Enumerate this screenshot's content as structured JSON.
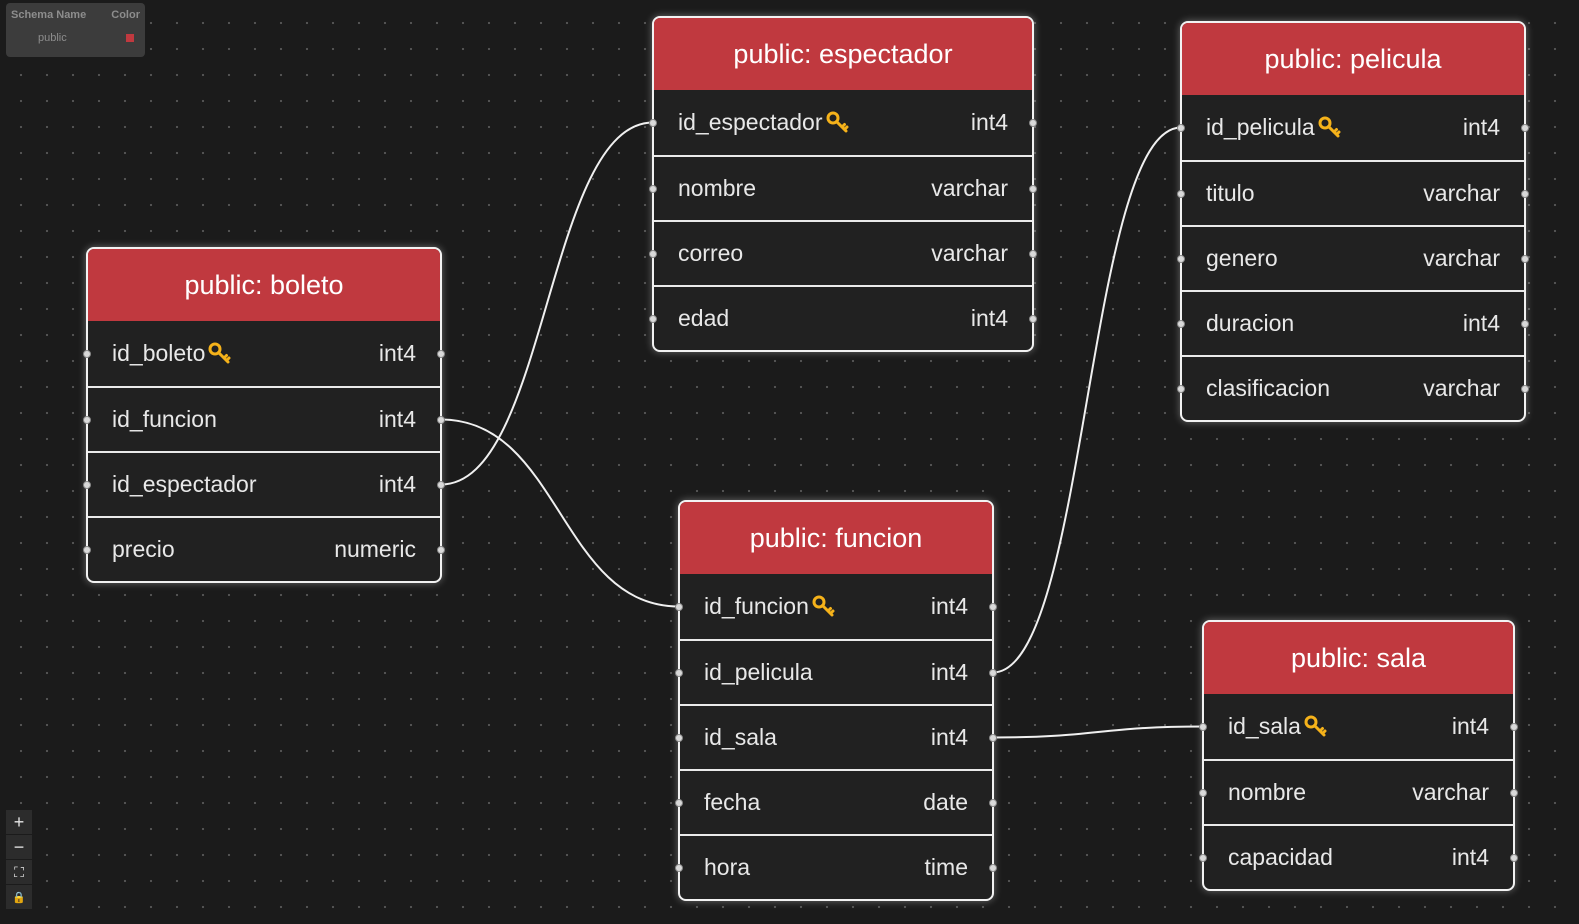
{
  "legend": {
    "header_schema": "Schema Name",
    "header_color": "Color",
    "rows": [
      {
        "schema": "public",
        "color": "#c0393f"
      }
    ]
  },
  "colors": {
    "header": "#c0393f",
    "background": "#1b1b1b",
    "key_icon": "#f5b21a",
    "edge": "#f0f0f0"
  },
  "tables": [
    {
      "id": "boleto",
      "title": "public: boleto",
      "columns": [
        {
          "name": "id_boleto",
          "type": "int4",
          "pk": true
        },
        {
          "name": "id_funcion",
          "type": "int4",
          "pk": false
        },
        {
          "name": "id_espectador",
          "type": "int4",
          "pk": false
        },
        {
          "name": "precio",
          "type": "numeric",
          "pk": false
        }
      ]
    },
    {
      "id": "espectador",
      "title": "public: espectador",
      "columns": [
        {
          "name": "id_espectador",
          "type": "int4",
          "pk": true
        },
        {
          "name": "nombre",
          "type": "varchar",
          "pk": false
        },
        {
          "name": "correo",
          "type": "varchar",
          "pk": false
        },
        {
          "name": "edad",
          "type": "int4",
          "pk": false
        }
      ]
    },
    {
      "id": "pelicula",
      "title": "public: pelicula",
      "columns": [
        {
          "name": "id_pelicula",
          "type": "int4",
          "pk": true
        },
        {
          "name": "titulo",
          "type": "varchar",
          "pk": false
        },
        {
          "name": "genero",
          "type": "varchar",
          "pk": false
        },
        {
          "name": "duracion",
          "type": "int4",
          "pk": false
        },
        {
          "name": "clasificacion",
          "type": "varchar",
          "pk": false
        }
      ]
    },
    {
      "id": "funcion",
      "title": "public: funcion",
      "columns": [
        {
          "name": "id_funcion",
          "type": "int4",
          "pk": true
        },
        {
          "name": "id_pelicula",
          "type": "int4",
          "pk": false
        },
        {
          "name": "id_sala",
          "type": "int4",
          "pk": false
        },
        {
          "name": "fecha",
          "type": "date",
          "pk": false
        },
        {
          "name": "hora",
          "type": "time",
          "pk": false
        }
      ]
    },
    {
      "id": "sala",
      "title": "public: sala",
      "columns": [
        {
          "name": "id_sala",
          "type": "int4",
          "pk": true
        },
        {
          "name": "nombre",
          "type": "varchar",
          "pk": false
        },
        {
          "name": "capacidad",
          "type": "int4",
          "pk": false
        }
      ]
    }
  ],
  "relations": [
    {
      "from_table": "boleto",
      "from_column": "id_funcion",
      "to_table": "funcion",
      "to_column": "id_funcion"
    },
    {
      "from_table": "boleto",
      "from_column": "id_espectador",
      "to_table": "espectador",
      "to_column": "id_espectador"
    },
    {
      "from_table": "funcion",
      "from_column": "id_pelicula",
      "to_table": "pelicula",
      "to_column": "id_pelicula"
    },
    {
      "from_table": "funcion",
      "from_column": "id_sala",
      "to_table": "sala",
      "to_column": "id_sala"
    }
  ],
  "controls": [
    {
      "name": "zoom-in-button",
      "icon": "plus-icon",
      "glyph": "+"
    },
    {
      "name": "zoom-out-button",
      "icon": "minus-icon",
      "glyph": "−"
    },
    {
      "name": "fit-view-button",
      "icon": "fit-view-icon",
      "glyph": "⛶"
    },
    {
      "name": "lock-button",
      "icon": "lock-icon",
      "glyph": "🔒"
    }
  ]
}
